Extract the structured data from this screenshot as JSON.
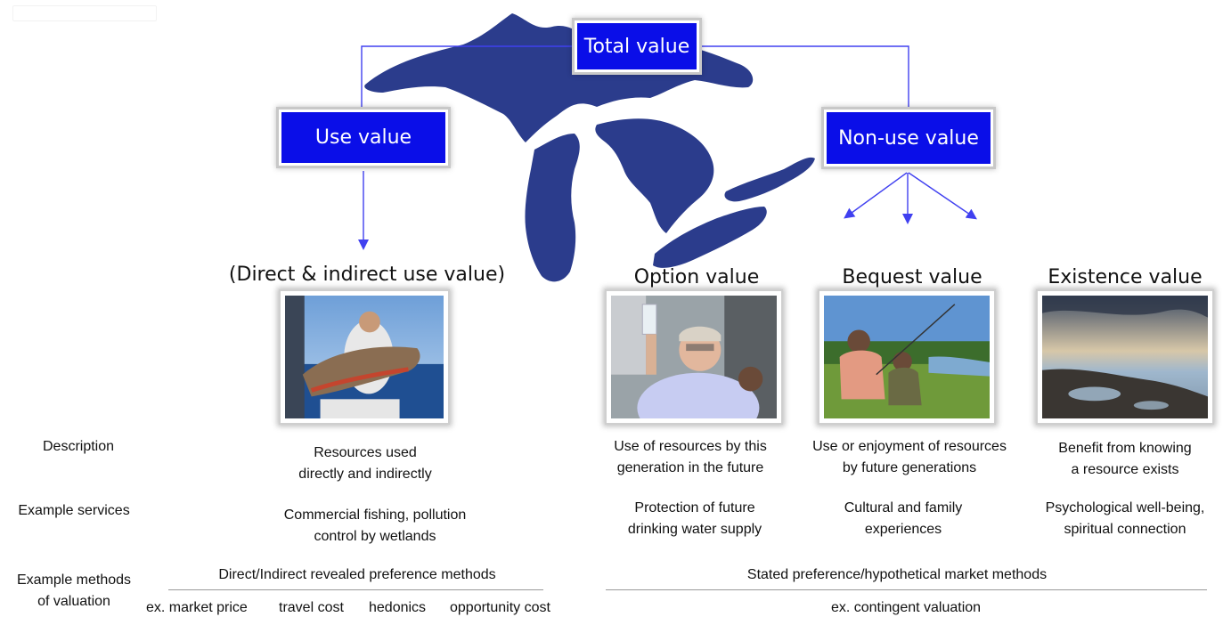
{
  "colors": {
    "box_fill": "#0a0ee8",
    "connector": "#4040f0",
    "lakes": "#2b3c8c"
  },
  "tree": {
    "root": "Total value",
    "use": "Use value",
    "non_use": "Non-use value"
  },
  "categories": {
    "use": "(Direct & indirect use value)",
    "option": "Option value",
    "bequest": "Bequest value",
    "existence": "Existence value"
  },
  "photos": {
    "use": "fisherman-holding-lake-trout-photo",
    "option": "man-raising-glass-of-water-photo",
    "bequest": "adult-and-child-fishing-photo",
    "existence": "lake-shore-at-dusk-photo"
  },
  "rows": {
    "description": "Description",
    "services": "Example services",
    "methods_line1": "Example methods",
    "methods_line2": "of valuation"
  },
  "descriptions": {
    "use": [
      "Resources used",
      "directly and indirectly"
    ],
    "option": [
      "Use of resources by this",
      "generation in the future"
    ],
    "bequest": [
      "Use or enjoyment of resources",
      "by future generations"
    ],
    "existence": [
      "Benefit from knowing",
      "a resource exists"
    ]
  },
  "services": {
    "use": [
      "Commercial fishing, pollution",
      "control by wetlands"
    ],
    "option": [
      "Protection of future",
      "drinking water supply"
    ],
    "bequest": [
      "Cultural and family",
      "experiences"
    ],
    "existence": [
      "Psychological well-being,",
      "spiritual connection"
    ]
  },
  "methods": {
    "revealed_title": "Direct/Indirect revealed preference methods",
    "revealed_items": [
      "ex. market price",
      "travel cost",
      "hedonics",
      "opportunity cost"
    ],
    "stated_title": "Stated preference/hypothetical market methods",
    "stated_item": "ex. contingent valuation"
  }
}
